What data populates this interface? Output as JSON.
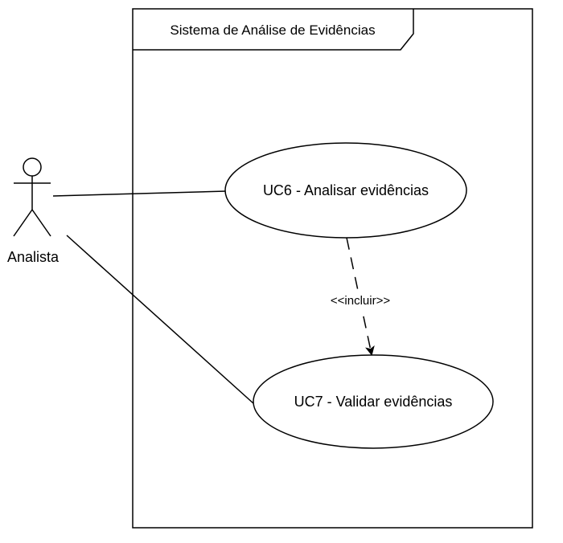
{
  "system": {
    "title": "Sistema de Análise de Evidências"
  },
  "actor": {
    "name": "Analista"
  },
  "use_cases": {
    "uc6": "UC6 - Analisar evidências",
    "uc7": "UC7 - Validar evidências"
  },
  "relations": {
    "include_label": "<<incluir>>"
  },
  "colors": {
    "stroke": "#000000",
    "background": "#ffffff"
  }
}
